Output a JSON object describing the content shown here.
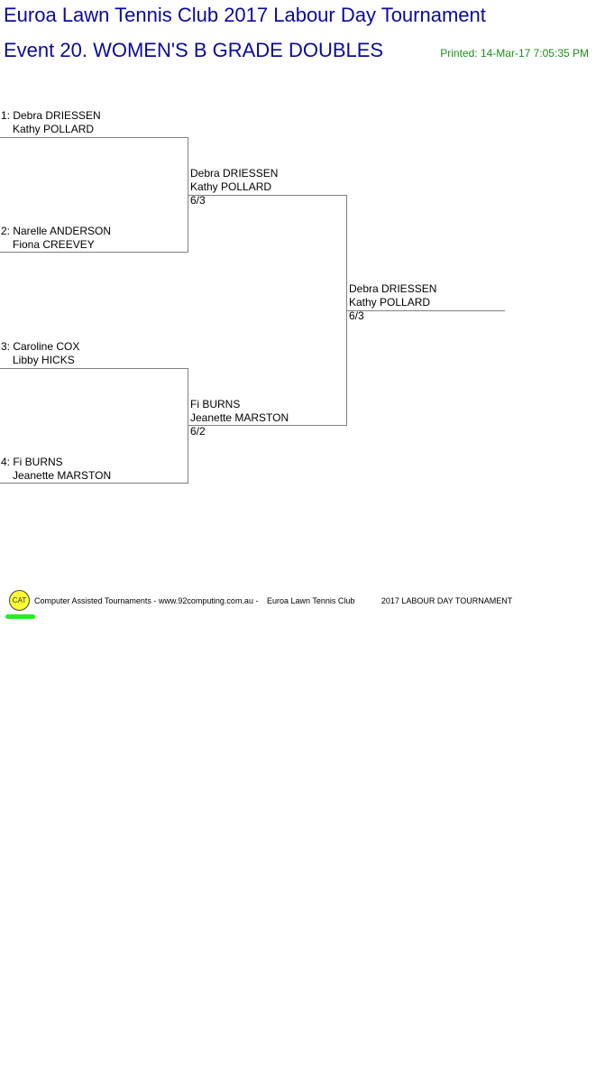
{
  "header": {
    "title": "Euroa Lawn Tennis Club 2017 Labour Day Tournament",
    "event": "Event 20. WOMEN'S B GRADE DOUBLES",
    "printed": "Printed: 14-Mar-17 7:05:35 PM"
  },
  "draw": {
    "round1": [
      {
        "seed": "1: Debra DRIESSEN",
        "partner": "Kathy POLLARD"
      },
      {
        "seed": "2: Narelle ANDERSON",
        "partner": "Fiona CREEVEY"
      },
      {
        "seed": "3: Caroline COX",
        "partner": "Libby HICKS"
      },
      {
        "seed": "4: Fi BURNS",
        "partner": "Jeanette MARSTON"
      }
    ],
    "round2": [
      {
        "player1": "Debra DRIESSEN",
        "player2": "Kathy POLLARD",
        "score": "6/3"
      },
      {
        "player1": "Fi BURNS",
        "player2": "Jeanette MARSTON",
        "score": "6/2"
      }
    ],
    "final": {
      "player1": "Debra DRIESSEN",
      "player2": "Kathy POLLARD",
      "score": "6/3"
    }
  },
  "footer": {
    "logo_text": "CAT",
    "credit": "Computer Assisted Tournaments - www.92computing.com.au -",
    "club": "Euroa Lawn Tennis Club",
    "tournament": "2017 LABOUR DAY TOURNAMENT"
  },
  "colors": {
    "title": "#0a0a9c",
    "printed": "#1c8f1c",
    "lines": "#808080",
    "logo_fill": "#ffff33",
    "logo_underline": "#22ee22"
  }
}
